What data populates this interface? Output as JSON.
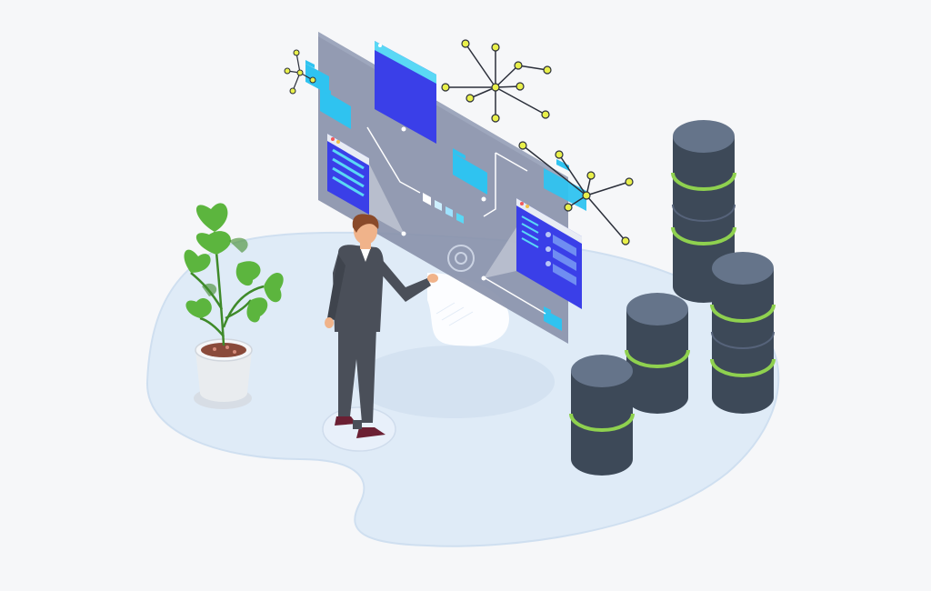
{
  "illustration": {
    "subject": "isometric-data-center",
    "colors": {
      "background": "#f6f7f9",
      "floor": "#dfebf7",
      "floor_edge": "#cfdff0",
      "screen": "#8a93ab",
      "screen_dark": "#6f7894",
      "window_blue": "#3a3fe8",
      "folder": "#2fc3f0",
      "server_body": "#3d4958",
      "server_top": "#65748a",
      "server_ring": "#8fd14f",
      "node_yellow": "#e9f04b",
      "plant_green": "#5cb53e",
      "pot": "#e9ecef",
      "suit": "#4a4f59",
      "skin": "#f0b38a",
      "hair": "#8a4a2a",
      "shoes": "#6b2033"
    },
    "icons": [
      "folder-icon",
      "browser-window-icon",
      "network-graph-icon",
      "server-cylinder-icon",
      "potted-plant-icon",
      "person-icon",
      "target-circle-icon"
    ],
    "server_stacks": 4,
    "folders_visible": 5
  }
}
